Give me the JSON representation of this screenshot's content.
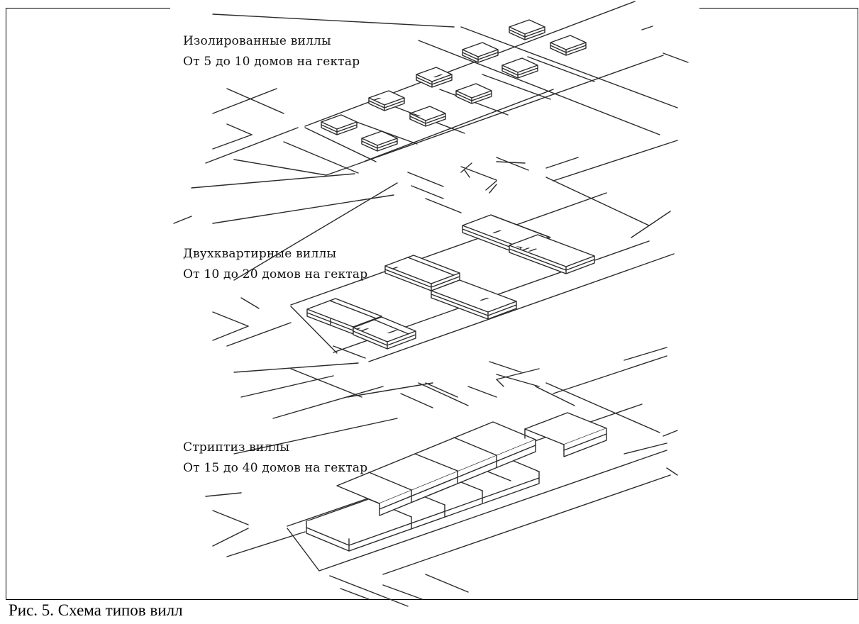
{
  "sections": [
    {
      "title": "Изолированные виллы",
      "density": "От 5 до 10 домов на гектар"
    },
    {
      "title": "Двухквартирные виллы",
      "density": "От 10 до 20 домов на гектар"
    },
    {
      "title": "Стриптиз виллы",
      "density": "От 15 до 40 домов на гектар"
    }
  ],
  "caption": "Рис. 5. Схема типов вилл"
}
